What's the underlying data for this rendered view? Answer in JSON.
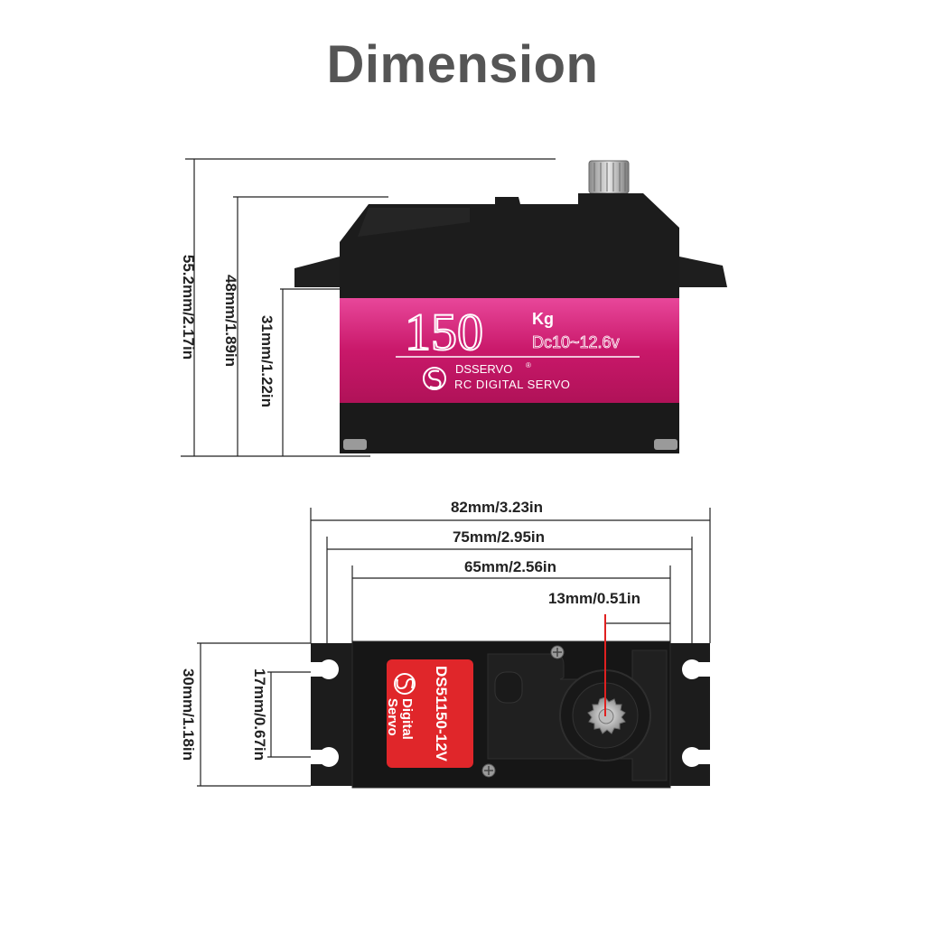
{
  "title": "Dimension",
  "side_view": {
    "dims": {
      "height_total": "55.2mm/2.17in",
      "height_body": "48mm/1.89in",
      "height_label": "31mm/1.22in"
    },
    "label": {
      "torque": "150",
      "torque_unit": "Kg",
      "voltage": "Dc10~12.6v",
      "brand": "DSSERVO",
      "brand_mark": "®",
      "subtitle": "RC DIGITAL SERVO"
    },
    "colors": {
      "label_band": "#d4206e",
      "body": "#1b1b1b"
    }
  },
  "top_view": {
    "dims": {
      "width_total": "82mm/3.23in",
      "width_holes": "75mm/2.95in",
      "width_body": "65mm/2.56in",
      "shaft_offset": "13mm/0.51in",
      "depth_total": "30mm/1.18in",
      "hole_spacing": "17mm/0.67in"
    },
    "label": {
      "model": "DS51150-12V",
      "line1": "Digital",
      "line2": "Servo"
    },
    "colors": {
      "sticker": "#e0262a",
      "pointer": "#e02020",
      "body": "#1b1b1b"
    }
  }
}
